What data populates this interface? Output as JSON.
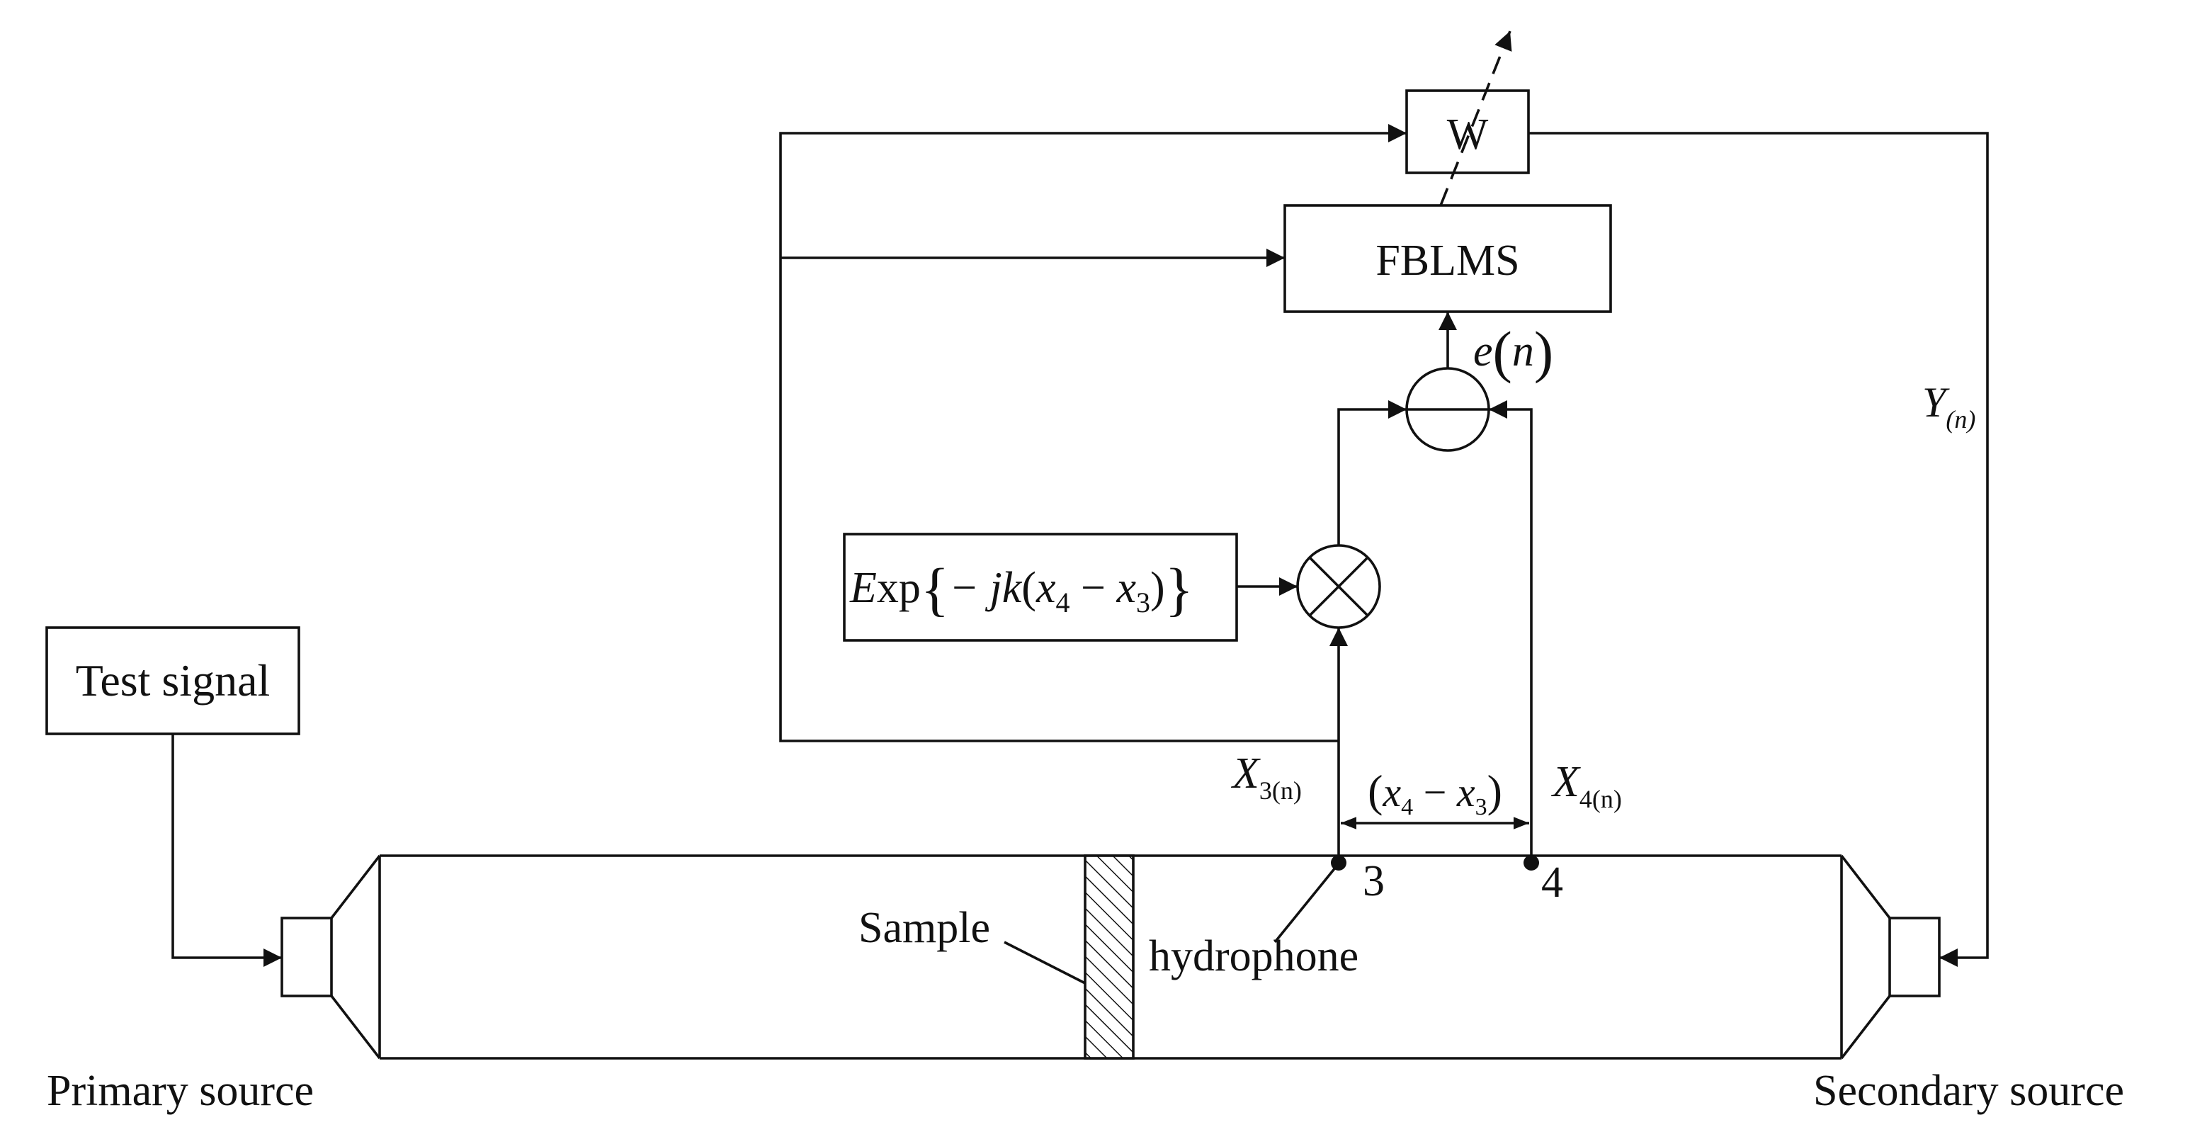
{
  "blocks": {
    "w": "W",
    "fblms": "FBLMS",
    "test_signal": "Test signal",
    "exp": {
      "e": "E",
      "xp": "xp",
      "lbrace": "{",
      "minus_jk": "− jk",
      "open_paren": "(",
      "x4": "x",
      "sub4": "4",
      "minus": " − ",
      "x3": "x",
      "sub3": "3",
      "close_paren": ")",
      "rbrace": "}"
    }
  },
  "signals": {
    "error": {
      "e": "e",
      "open": "(",
      "n": "n",
      "close": ")"
    },
    "y_output": {
      "main": "Y",
      "sub": "(n)"
    },
    "x3_input": {
      "main": "X",
      "sub": "3(n)"
    },
    "x4_input": {
      "main": "X",
      "sub": "4(n)"
    },
    "spacing": {
      "open": "(",
      "x4": "x",
      "sub4": "4",
      "minus": " − ",
      "x3": "x",
      "sub3": "3",
      "close": ")"
    }
  },
  "points": {
    "p3": "3",
    "p4": "4"
  },
  "labels": {
    "sample": "Sample",
    "hydrophone": "hydrophone",
    "primary_source": "Primary source",
    "secondary_source": "Secondary source"
  }
}
